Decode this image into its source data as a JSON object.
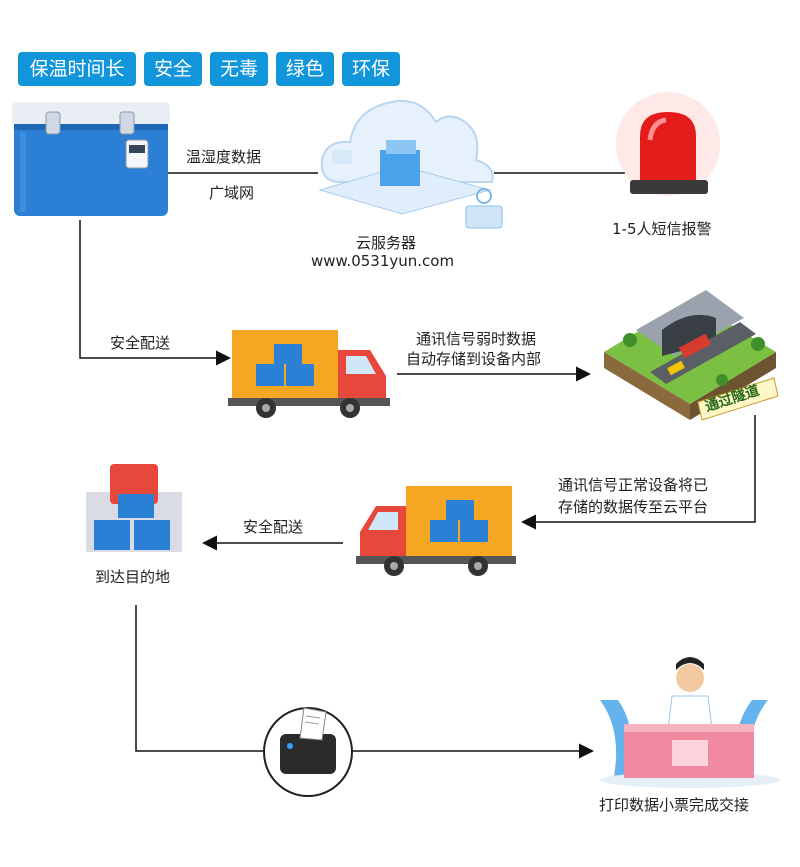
{
  "features": [
    "保温时间长",
    "安全",
    "无毒",
    "绿色",
    "环保"
  ],
  "cloud": {
    "link_label_top": "温湿度数据",
    "link_label_bottom": "广域网",
    "name": "云服务器",
    "url": "www.0531yun.com"
  },
  "alarm": {
    "label": "1-5人短信报警"
  },
  "step_delivery_1": {
    "label": "安全配送",
    "note_line1": "通讯信号弱时数据",
    "note_line2": "自动存储到设备内部"
  },
  "tunnel": {
    "sign": "通过隧道"
  },
  "step_delivery_2": {
    "note_line1": "通讯信号正常设备将已",
    "note_line2": "存储的数据传至云平台",
    "label": "安全配送"
  },
  "destination": {
    "label": "到达目的地"
  },
  "handover": {
    "label": "打印数据小票完成交接"
  },
  "colors": {
    "brand_blue": "#1296db",
    "box_blue": "#2b7fd4",
    "truck_orange": "#f5a623",
    "truck_red": "#e8473c"
  }
}
